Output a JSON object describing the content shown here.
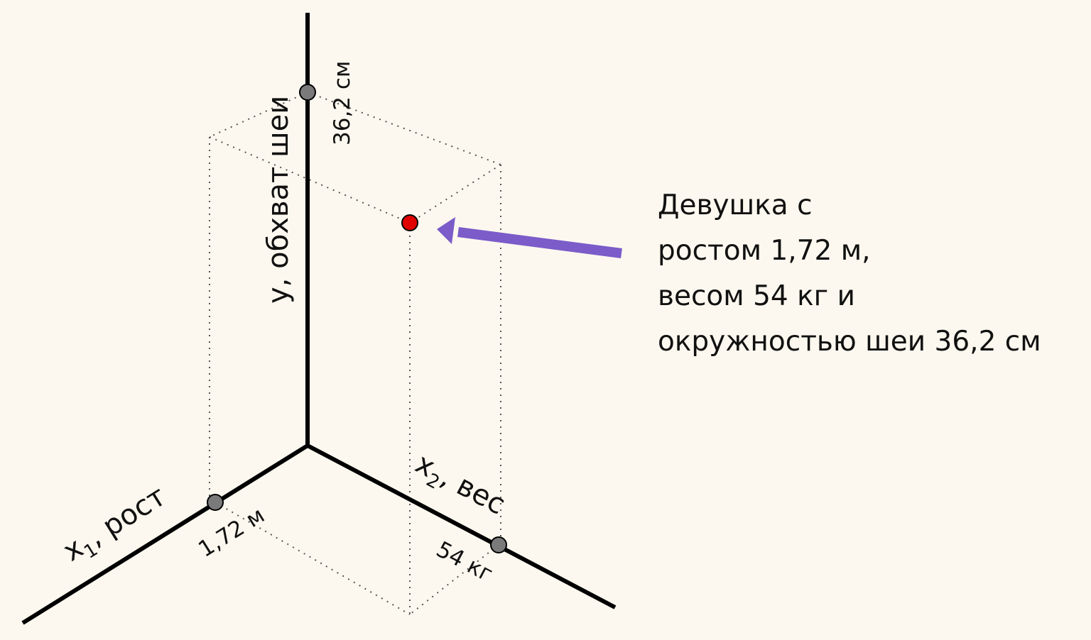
{
  "axes": {
    "x1": {
      "symbol": "x",
      "subscript": "1",
      "name": ", рост"
    },
    "x2": {
      "symbol": "x",
      "subscript": "2",
      "name": ", вес"
    },
    "y": {
      "label": "y, обхват шеи"
    }
  },
  "values": {
    "x1_value": "1,72 м",
    "x2_value": "54 кг",
    "y_value": "36,2 см"
  },
  "caption": {
    "lines": [
      "Девушка с",
      "ростом 1,72 м,",
      "весом 54 кг и",
      "окружностью шеи 36,2 см"
    ]
  },
  "colors": {
    "background": "#fdf8ef",
    "axis": "#000000",
    "marker": "#7a7a7a",
    "point": "#e00000",
    "arrow": "#7b5cc9"
  }
}
